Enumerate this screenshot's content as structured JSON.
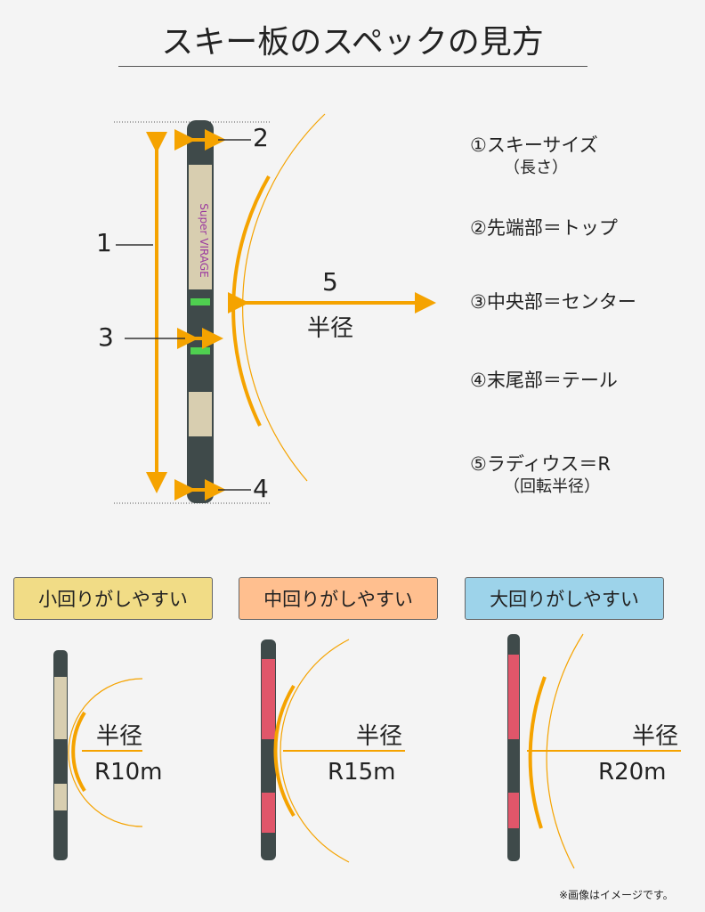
{
  "title": "スキー板のスペックの見方",
  "diagram": {
    "label_1": "1",
    "label_2": "2",
    "label_3": "3",
    "label_4": "4",
    "label_5": "5",
    "radius_label": "半径"
  },
  "legend": [
    {
      "main": "①スキーサイズ",
      "sub": "（長さ）"
    },
    {
      "main": "②先端部＝トップ"
    },
    {
      "main": "③中央部＝センター"
    },
    {
      "main": "④末尾部＝テール"
    },
    {
      "main": "⑤ラディウス＝R",
      "sub": "（回転半径）"
    }
  ],
  "examples": [
    {
      "label": "小回りがしやすい",
      "color": "#f1dc86",
      "radius_label": "半径",
      "radius": "R10m"
    },
    {
      "label": "中回りがしやすい",
      "color": "#ffbf8f",
      "radius_label": "半径",
      "radius": "R15m"
    },
    {
      "label": "大回りがしやすい",
      "color": "#9dd3ea",
      "radius_label": "半径",
      "radius": "R20m"
    }
  ],
  "accent": "#f5a300",
  "note": "※画像はイメージです。"
}
